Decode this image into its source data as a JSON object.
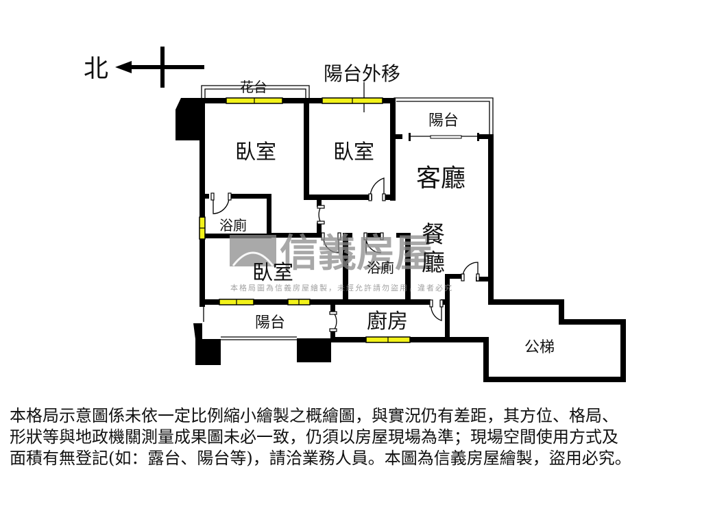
{
  "compass": {
    "label": "北",
    "direction": "north-left-arrow"
  },
  "annotations": {
    "balcony_moved_out": "陽台外移",
    "planter": "花台"
  },
  "rooms": {
    "bedroom_1": "臥室",
    "bedroom_2": "臥室",
    "bedroom_3": "臥室",
    "living_room": "客廳",
    "dining_room_line1": "餐",
    "dining_room_line2": "廳",
    "bathroom_1": "浴廁",
    "bathroom_2": "浴廁",
    "balcony_top": "陽台",
    "balcony_bottom": "陽台",
    "kitchen": "廚房",
    "public_elevator": "公梯"
  },
  "watermark": {
    "brand": "信義房屋",
    "notice": "本格局圖為信義房屋繪製，未經允許請勿盜用，違者必究"
  },
  "colors": {
    "wall": "#000000",
    "window": "#f2f21a",
    "watermark": "#8c8c8c"
  },
  "disclaimer": {
    "line1": "本格局示意圖係未依一定比例縮小繪製之概繪圖，與實況仍有差距，其方位、格局、",
    "line2": "形狀等與地政機關測量成果圖未必一致，仍須以房屋現場為準；現場空間使用方式及",
    "line3": "面積有無登記(如：露台、陽台等)，請洽業務人員。本圖為信義房屋繪製，盜用必究。"
  }
}
